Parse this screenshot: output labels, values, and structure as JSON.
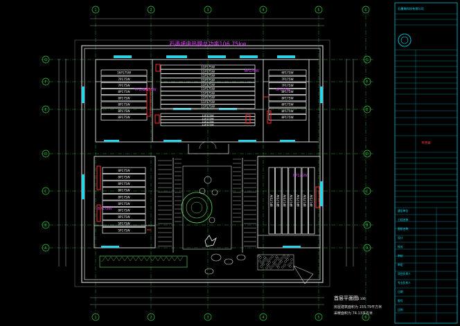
{
  "drawing": {
    "title": "石墨烯电热膜总功率106.75kw",
    "plan_name": "首层平面图",
    "plan_scale": "1:100",
    "note_line1": "房屋建筑面积为 155.79平方米",
    "note_line2": "采暖面积为 74.13平方米"
  },
  "grid": {
    "columns": [
      "1",
      "2",
      "3",
      "4",
      "5",
      "6"
    ],
    "rows": [
      "G",
      "F",
      "E",
      "D",
      "C",
      "B",
      "A"
    ]
  },
  "panels": {
    "top_center": [
      "11P175W",
      "11P175W",
      "11P175W",
      "11P175W",
      "11P175W",
      "11P175W",
      "11P175W",
      "11P175W",
      "11P175W",
      "11P175W"
    ],
    "top_center_small": [
      "11P175W",
      "11P175W",
      "11P175W",
      "11P175W"
    ],
    "left_upper": [
      "16P175W",
      "7P175W",
      "7P175W",
      "8P175W",
      "8P175W",
      "8P175W",
      "8P175W",
      "8P175W"
    ],
    "right_upper": [
      "6P175W",
      "7P175W",
      "7P175W",
      "8P175W",
      "8P175W",
      "8P175W",
      "8P175W",
      "8P175W"
    ],
    "left_lower": [
      "8P175W",
      "8P175W",
      "8P175W",
      "8P175W",
      "8P175W",
      "8P175W",
      "8P175W",
      "8P175W",
      "5P175W",
      "5P175W"
    ],
    "right_lower": [
      "8P175W",
      "8P175W",
      "8P175W",
      "8P175W",
      "8P175W",
      "8P175W",
      "8P175W"
    ],
    "magenta_tags": [
      "7P175W",
      "8P175W",
      "8P175W",
      "7P175W",
      "8P175W",
      "8P175W"
    ]
  },
  "title_block": {
    "company": "石墨烯科技有限公司",
    "rows": [
      "建设单位",
      "工程名称",
      "图纸名称",
      "设计",
      "校对",
      "审核",
      "审定",
      "项目负责人",
      "专业负责人",
      "日期",
      "图号",
      "比例"
    ],
    "stamp_text": "专用章"
  },
  "colors": {
    "background": "#000000",
    "wall": "#cfcfcf",
    "grid": "#2ecc40",
    "window": "#2bd3e6",
    "panel": "#ffffff",
    "label": "#e040fb",
    "heater_red": "#ff2a2a",
    "title_block": "#00e5ff"
  }
}
